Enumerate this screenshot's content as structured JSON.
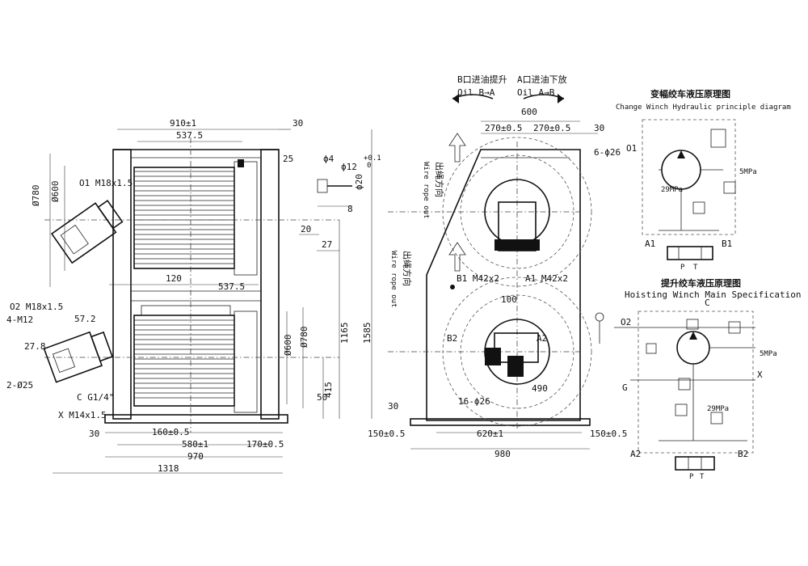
{
  "side_view": {
    "dim_910": "910±1",
    "dim_537_top": "537.5",
    "dim_30_top": "30",
    "dim_25": "25",
    "dim_780": "Ø780",
    "dim_600": "Ø600",
    "port_o1": "O1 M18x1.5",
    "port_o2": "O2 M18x1.5",
    "dim_4m12": "4-M12",
    "dim_57": "57.2",
    "dim_27_8": "27.8",
    "dim_2d25": "2-Ø25",
    "port_c": "C G1/4\"",
    "port_x": "X M14x1.5",
    "dim_120": "120",
    "dim_537_mid": "537.5",
    "dim_600b": "Ø600",
    "dim_780b": "Ø780",
    "dim_1165": "1165",
    "dim_1585": "1585",
    "dim_415": "415",
    "dim_50": "50",
    "dim_30_bl": "30",
    "dim_160": "160±0.5",
    "dim_580": "580±1",
    "dim_170": "170±0.5",
    "dim_970": "970",
    "dim_1318": "1318"
  },
  "detail": {
    "phi4": "ϕ4",
    "phi12": "ϕ12",
    "tol_plus": "+0.1",
    "tol_zero": "0",
    "phi20": "ϕ20",
    "d8": "8",
    "d20": "20",
    "d27": "27"
  },
  "front_view": {
    "b_to_a_cn": "B口进油提升",
    "b_to_a": "Oil B→A",
    "a_to_b_cn": "A口进油下放",
    "a_to_b": "Oil A→B",
    "dim_600": "600",
    "dim_270a": "270±0.5",
    "dim_270b": "270±0.5",
    "dim_30": "30",
    "holes_6": "6-ϕ26",
    "rope_out_cn": "出绳方向",
    "rope_out_en": "Wire rope out",
    "rope_in_cn": "出绳方向",
    "rope_in_en": "Wire rope out",
    "b1": "B1 M42x2",
    "a1": "A1 M42x2",
    "dim_100": "100",
    "b2": "B2",
    "a2": "A2",
    "dim_490": "490",
    "holes_16": "16-ϕ26",
    "dim_30_low": "30",
    "dim_150_l": "150±0.5",
    "dim_620": "620±1",
    "dim_150_r": "150±0.5",
    "dim_980": "980"
  },
  "hydraulic_upper": {
    "title_cn": "变幅绞车液压原理图",
    "title_en": "Change Winch Hydraulic principle diagram",
    "o1": "O1",
    "p_29": "29MPa",
    "p_5": "5MPa",
    "a1": "A1",
    "b1": "B1",
    "p": "P",
    "t": "T"
  },
  "hydraulic_lower": {
    "title_cn": "提升绞车液压原理图",
    "title_en": "Hoisting Winch Main Specification",
    "c": "C",
    "o2": "O2",
    "p_5": "5MPa",
    "x": "X",
    "g": "G",
    "p_29": "29MPa",
    "a2": "A2",
    "b2": "B2",
    "p": "P",
    "t": "T"
  }
}
